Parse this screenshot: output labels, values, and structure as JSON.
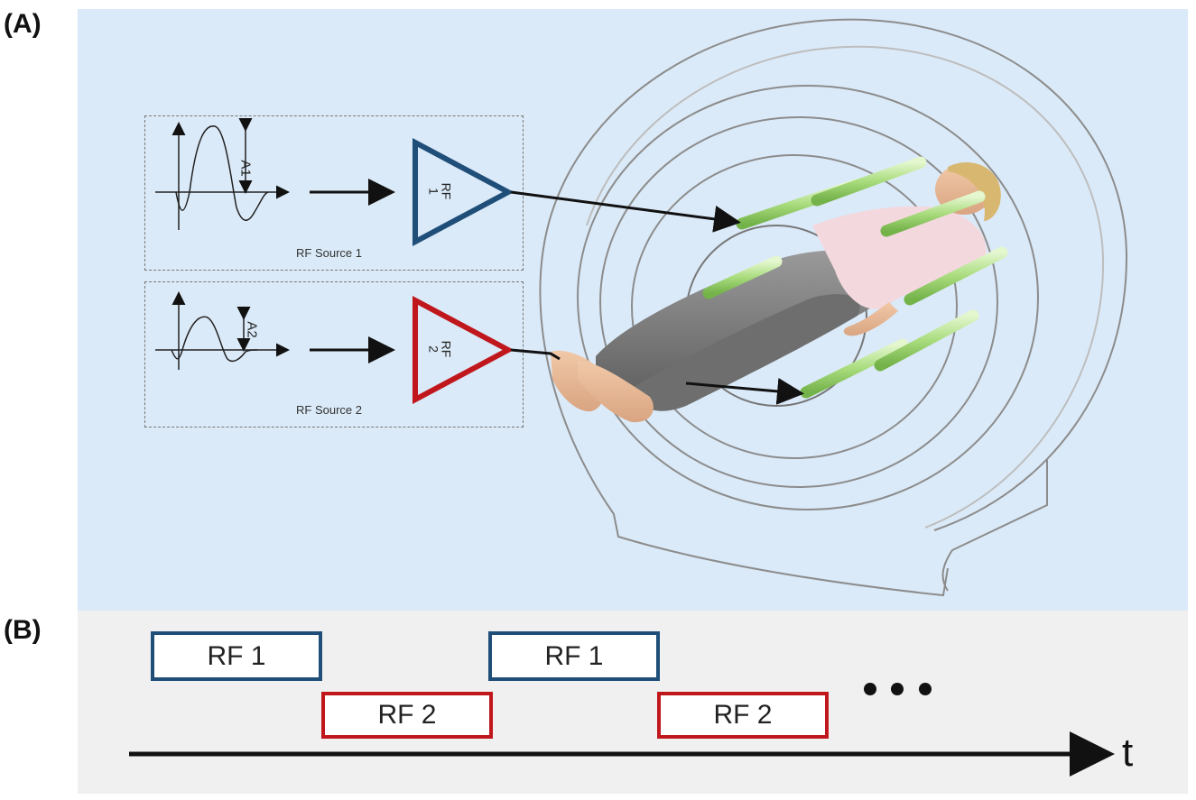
{
  "panels": {
    "a_label": "(A)",
    "b_label": "(B)"
  },
  "sources": [
    {
      "name": "RF Source 1",
      "amplitude_label": "A1",
      "amplifier_label": "RF\n1",
      "color": "#1f4e79"
    },
    {
      "name": "RF Source 2",
      "amplitude_label": "A2",
      "amplifier_label": "RF\n2",
      "color": "#c0171c"
    }
  ],
  "timeline": {
    "pulses": [
      {
        "label": "RF 1",
        "color": "#1f4e79"
      },
      {
        "label": "RF 2",
        "color": "#c0171c"
      },
      {
        "label": "RF 1",
        "color": "#1f4e79"
      },
      {
        "label": "RF 2",
        "color": "#c0171c"
      }
    ],
    "ellipsis": "•••",
    "axis_label": "t"
  }
}
